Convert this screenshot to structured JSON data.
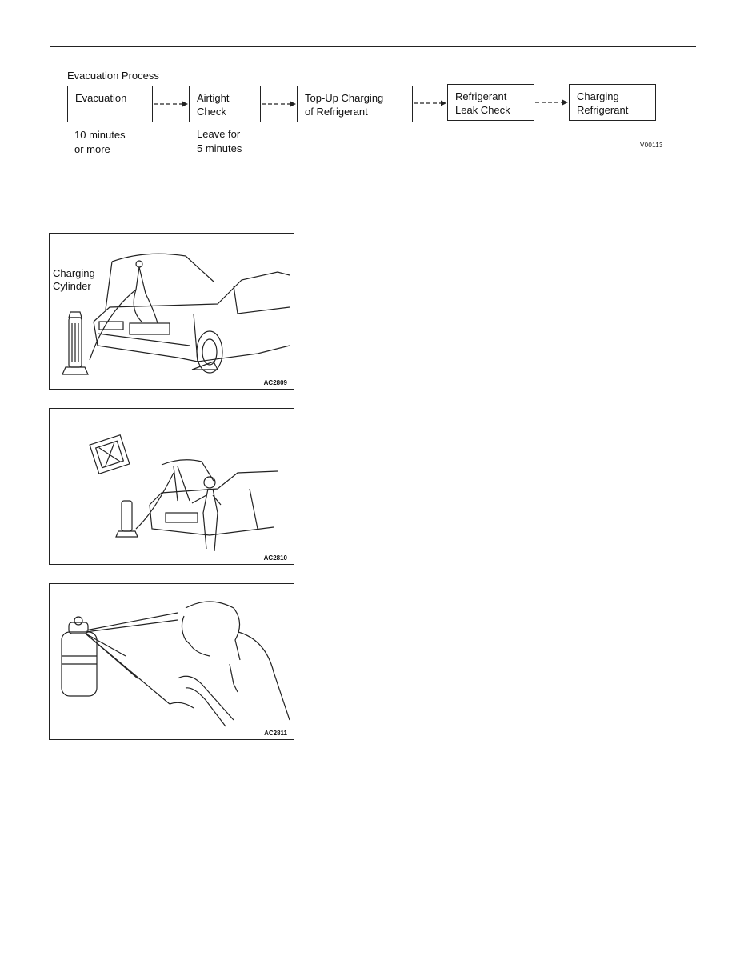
{
  "process": {
    "title": "Evacuation Process",
    "steps": [
      {
        "label": "Evacuation",
        "note": "10 minutes\nor more"
      },
      {
        "label": "Airtight\nCheck",
        "note": "Leave for\n5 minutes"
      },
      {
        "label": "Top-Up Charging\nof Refrigerant"
      },
      {
        "label": "Refrigerant\nLeak Check"
      },
      {
        "label": "Charging\nRefrigerant"
      }
    ],
    "code": "V00113"
  },
  "figures": [
    {
      "code": "AC2809",
      "label": "Charging\nCylinder"
    },
    {
      "code": "AC2810"
    },
    {
      "code": "AC2811"
    }
  ]
}
